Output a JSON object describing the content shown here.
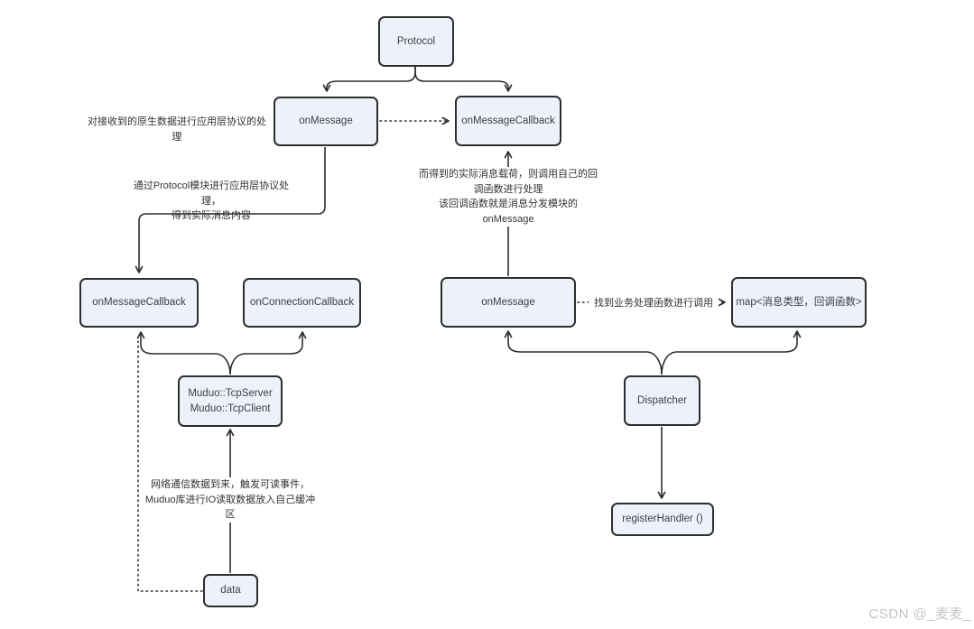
{
  "diagram": {
    "nodes": {
      "protocol": {
        "label": "Protocol"
      },
      "on_message_top": {
        "label": "onMessage"
      },
      "on_message_callback_top": {
        "label": "onMessageCallback"
      },
      "on_message_callback_left": {
        "label": "onMessageCallback"
      },
      "on_connection_callback": {
        "label": "onConnectionCallback"
      },
      "muduo": {
        "line1": "Muduo::TcpServer",
        "line2": "Muduo::TcpClient"
      },
      "data": {
        "label": "data"
      },
      "on_message_right": {
        "label": "onMessage"
      },
      "map": {
        "label": "map<消息类型，回调函数>"
      },
      "dispatcher": {
        "label": "Dispatcher"
      },
      "register_handler": {
        "label": "registerHandler ()"
      }
    },
    "annotations": {
      "raw_processing": [
        "对接收到的原生数据进行应用层协议的处理"
      ],
      "protocol_processing": [
        "通过Protocol模块进行应用层协议处理，",
        "得到实际消息内容"
      ],
      "payload_callback": [
        "而得到的实际消息载荷，则调用自己的回",
        "调函数进行处理",
        "该回调函数就是消息分发模块的",
        "onMessage"
      ],
      "find_handler": [
        "找到业务处理函数进行调用"
      ],
      "network_data": [
        "网络通信数据到来，触发可读事件，",
        "Muduo库进行IO读取数据放入自己缓冲区"
      ]
    },
    "watermark": "CSDN @_麦麦_",
    "colors": {
      "node_fill": "#edf2fa",
      "node_border": "#2e2e2e",
      "text": "#333333",
      "watermark": "#c5c5c5",
      "background": "#ffffff"
    }
  }
}
